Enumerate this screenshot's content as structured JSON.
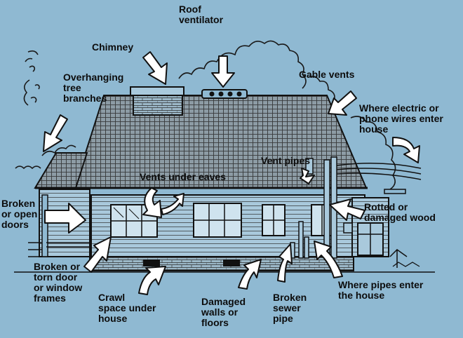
{
  "palette": {
    "background": "#8fb9d2",
    "ink": "#101010",
    "roof_fill": "#8a9aa3",
    "wall_fill": "#a9c9dc"
  },
  "labels": [
    {
      "id": "chimney",
      "lines": [
        "Chimney"
      ],
      "arrow_icon": "hollow-arrow"
    },
    {
      "id": "roof-ventilator",
      "lines": [
        "Roof",
        "ventilator"
      ],
      "arrow_icon": "hollow-arrow"
    },
    {
      "id": "overhanging-tree-branches",
      "lines": [
        "Overhanging",
        "tree",
        "branches"
      ],
      "arrow_icon": "hollow-arrow"
    },
    {
      "id": "gable-vents",
      "lines": [
        "Gable vents"
      ],
      "arrow_icon": "hollow-arrow"
    },
    {
      "id": "where-electric-or-phone-wires-enter-house",
      "lines": [
        "Where electric or",
        "phone wires enter",
        "house"
      ],
      "arrow_icon": "hollow-arrow"
    },
    {
      "id": "vent-pipes",
      "lines": [
        "Vent pipes"
      ],
      "arrow_icon": "hollow-arrow"
    },
    {
      "id": "vents-under-eaves",
      "lines": [
        "Vents under eaves"
      ],
      "arrow_icon": "hollow-arrow"
    },
    {
      "id": "broken-or-open-doors",
      "lines": [
        "Broken",
        "or open",
        "doors"
      ],
      "arrow_icon": "hollow-arrow"
    },
    {
      "id": "rotted-or-damaged-wood",
      "lines": [
        "Rotted or",
        "damaged wood"
      ],
      "arrow_icon": "hollow-arrow"
    },
    {
      "id": "broken-or-torn-door-or-window-frames",
      "lines": [
        "Broken or",
        "torn door",
        "or window",
        "frames"
      ],
      "arrow_icon": "hollow-arrow"
    },
    {
      "id": "crawl-space-under-house",
      "lines": [
        "Crawl",
        "space under",
        "house"
      ],
      "arrow_icon": "hollow-arrow"
    },
    {
      "id": "damaged-walls-or-floors",
      "lines": [
        "Damaged",
        "walls or",
        "floors"
      ],
      "arrow_icon": "hollow-arrow"
    },
    {
      "id": "broken-sewer-pipe",
      "lines": [
        "Broken",
        "sewer",
        "pipe"
      ],
      "arrow_icon": "hollow-arrow"
    },
    {
      "id": "where-pipes-enter-the-house",
      "lines": [
        "Where pipes enter",
        "the house"
      ],
      "arrow_icon": "hollow-arrow"
    }
  ]
}
